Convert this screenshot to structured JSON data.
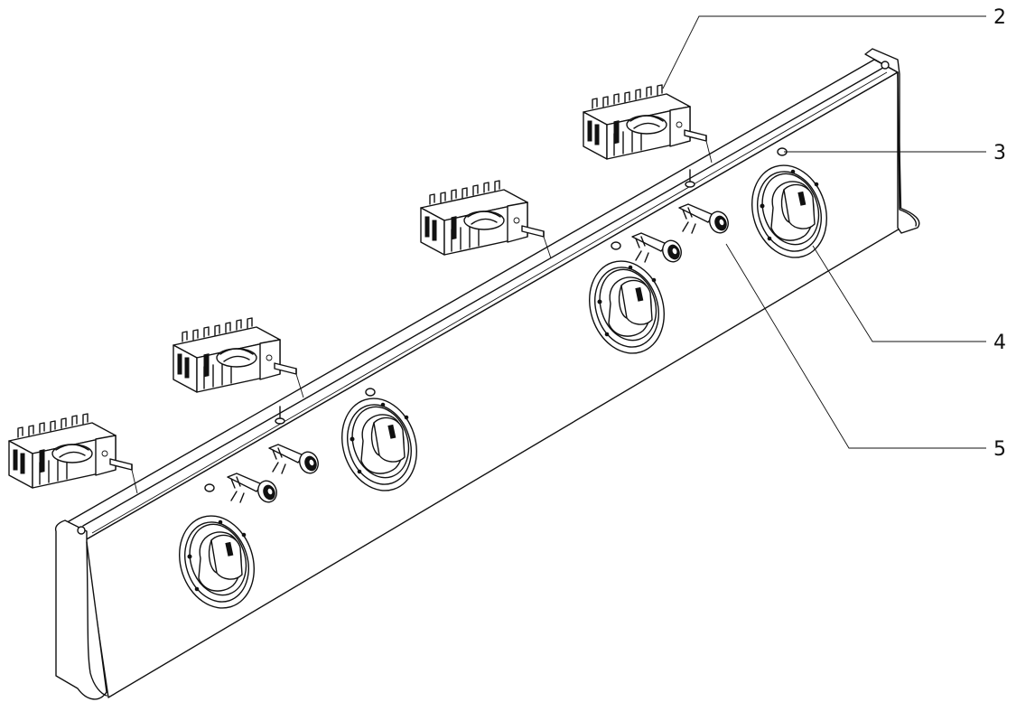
{
  "callouts": [
    {
      "number": "2"
    },
    {
      "number": "3"
    },
    {
      "number": "4"
    },
    {
      "number": "5"
    }
  ]
}
